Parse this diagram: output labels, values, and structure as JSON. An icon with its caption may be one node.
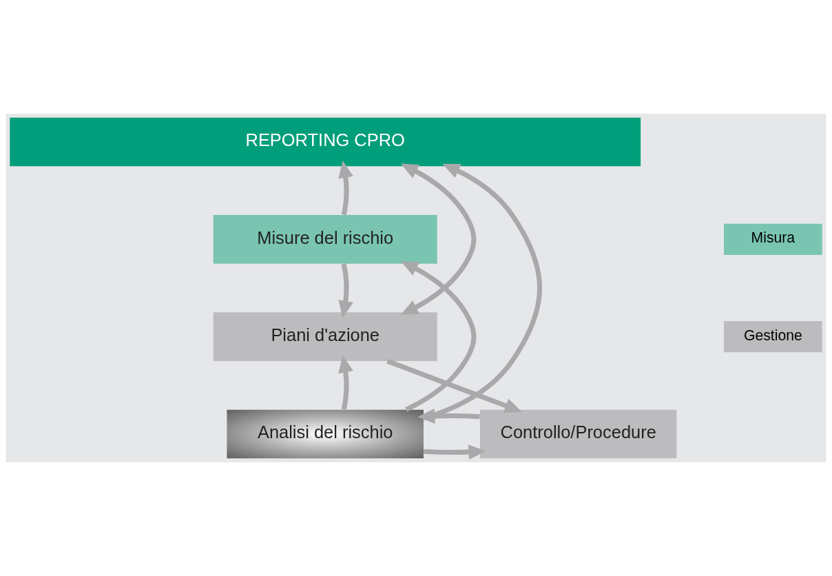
{
  "diagram": {
    "nodes": [
      {
        "text": [
          "REPORTING CPRO"
        ]
      },
      {
        "text": [
          "Misure del rischio"
        ]
      },
      {
        "text": [
          "Piani d'azione"
        ]
      },
      {
        "text": [
          "Analisi del rischio"
        ]
      },
      {
        "text": [
          "Controllo/Procedure"
        ]
      }
    ],
    "edges": [
      {
        "from": 3,
        "to": 0,
        "arrow": "to"
      },
      {
        "from": 1,
        "to": 0,
        "arrow": "to"
      },
      {
        "from": 2,
        "to": 0,
        "arrow": "both"
      },
      {
        "from": 3,
        "to": 1,
        "arrow": "to"
      },
      {
        "from": 3,
        "to": 2,
        "arrow": "to"
      },
      {
        "from": 1,
        "to": 2,
        "arrow": "to"
      },
      {
        "from": 2,
        "to": 4,
        "arrow": "to"
      },
      {
        "from": 3,
        "to": 4,
        "arrow": "to"
      },
      {
        "from": 4,
        "to": 3,
        "arrow": "to"
      }
    ],
    "legend": [
      {
        "text": "Misura",
        "color": "#7ac5b2"
      },
      {
        "text": "Gestione",
        "color": "#bcbcbe"
      }
    ]
  }
}
